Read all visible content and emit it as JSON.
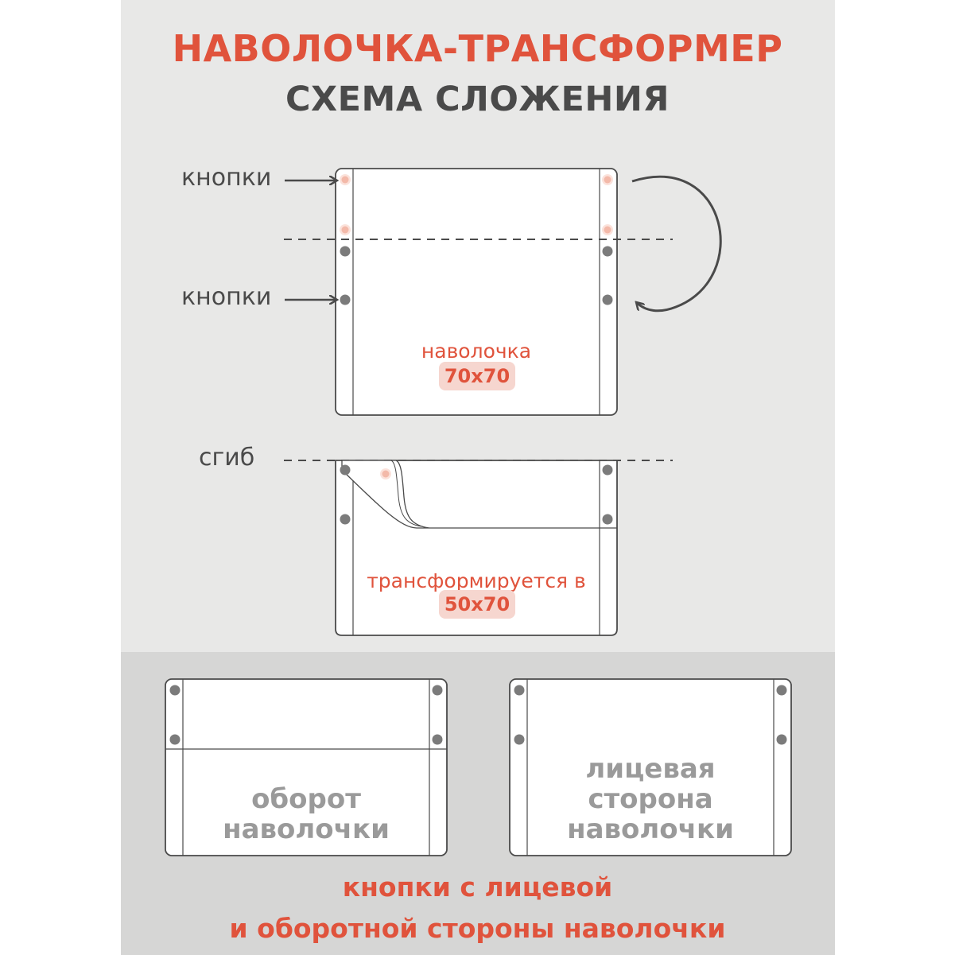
{
  "title": "НАВОЛОЧКА-ТРАНСФОРМЕР",
  "subtitle": "СХЕМА СЛОЖЕНИЯ",
  "colors": {
    "accent": "#e0533c",
    "dark": "#4a4a4a",
    "gray_text": "#9a9a9a",
    "snap_gray": "#7b7b7b",
    "snap_pink": "#f6c9bd"
  },
  "diagram1": {
    "label_top": "кнопки",
    "label_bottom": "кнопки",
    "name": "наволочка",
    "size": "70x70"
  },
  "diagram2": {
    "fold_label": "сгиб",
    "text": "трансформируется в",
    "size": "50x70"
  },
  "back_view": {
    "line1": "оборот",
    "line2": "наволочки"
  },
  "front_view": {
    "line1": "лицевая",
    "line2": "сторона",
    "line3": "наволочки"
  },
  "footer": {
    "line1": "кнопки с лицевой",
    "line2": "и оборотной стороны наволочки"
  }
}
